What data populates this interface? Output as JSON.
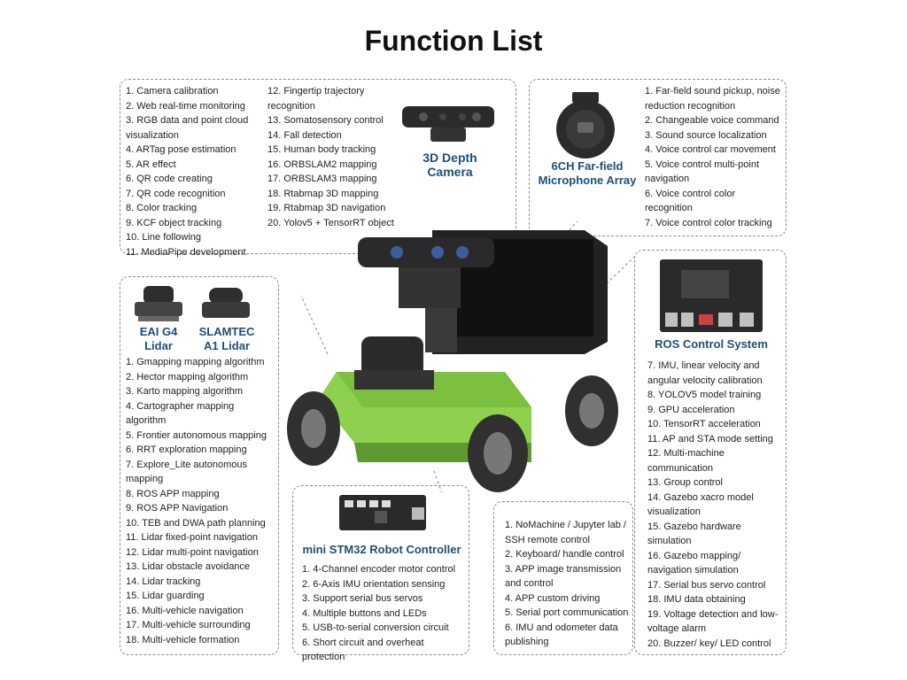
{
  "title": "Function List",
  "camera_panel": {
    "col1": [
      "1. Camera calibration",
      "2. Web real-time monitoring",
      "3. RGB data and point cloud visualization",
      "4. ARTag pose estimation",
      "5. AR effect",
      "6. QR code creating",
      "7. QR code recognition",
      "8. Color tracking",
      "9. KCF object tracking",
      "10. Line following",
      "11. MediaPipe development"
    ],
    "col2": [
      "12. Fingertip trajectory recognition",
      "13. Somatosensory control",
      "14. Fall detection",
      "15. Human body tracking",
      "16. ORBSLAM2 mapping",
      "17. ORBSLAM3 mapping",
      "18. Rtabmap 3D mapping",
      "19. Rtabmap 3D navigation",
      "20. Yolov5 + TensorRT object"
    ],
    "caption_line1": "3D Depth",
    "caption_line2": "Camera"
  },
  "mic_panel": {
    "caption_line1": "6CH Far-field",
    "caption_line2": "Microphone Array",
    "items": [
      "1. Far-field sound pickup, noise reduction recognition",
      "2. Changeable voice command",
      "3. Sound source localization",
      "4. Voice control car movement",
      "5. Voice control multi-point navigation",
      "6. Voice control color recognition",
      "7. Voice control color tracking"
    ]
  },
  "lidar_panel": {
    "left_caption_line1": "EAI G4",
    "left_caption_line2": "Lidar",
    "right_caption_line1": "SLAMTEC",
    "right_caption_line2": "A1 Lidar",
    "items": [
      "1. Gmapping mapping algorithm",
      "2. Hector mapping algorithm",
      "3. Karto mapping algorithm",
      "4. Cartographer mapping algorithm",
      "5. Frontier autonomous mapping",
      "6. RRT exploration mapping",
      "7. Explore_Lite autonomous mapping",
      "8. ROS APP mapping",
      "9. ROS APP Navigation",
      "10. TEB and DWA path planning",
      "11. Lidar fixed-point navigation",
      "12. Lidar multi-point navigation",
      "13. Lidar obstacle avoidance",
      "14. Lidar tracking",
      "15. Lidar guarding",
      "16. Multi-vehicle navigation",
      "17. Multi-vehicle surrounding",
      "18. Multi-vehicle formation"
    ]
  },
  "stm32_panel": {
    "caption": "mini STM32 Robot Controller",
    "items": [
      "1. 4-Channel encoder motor control",
      "2. 6-Axis IMU orientation sensing",
      "3. Support serial bus servos",
      "4. Multiple buttons and LEDs",
      "5. USB-to-serial conversion circuit",
      "6. Short circuit and overheat protection"
    ]
  },
  "remote_panel": {
    "items": [
      "1. NoMachine / Jupyter lab / SSH remote control",
      "2. Keyboard/ handle control",
      "3. APP image transmission and control",
      "4. APP custom driving",
      "5. Serial port communication",
      "6. IMU and odometer data publishing"
    ]
  },
  "ros_panel": {
    "caption": "ROS Control System",
    "items": [
      "7. IMU, linear velocity and angular velocity calibration",
      "8. YOLOV5 model training",
      "9. GPU acceleration",
      "10. TensorRT acceleration",
      "11. AP and STA mode setting",
      "12. Multi-machine communication",
      "13. Group control",
      "14. Gazebo xacro model visualization",
      "15. Gazebo hardware simulation",
      "16. Gazebo mapping/ navigation simulation",
      "17. Serial bus servo control",
      "18. IMU data obtaining",
      "19. Voltage detection and low-voltage alarm",
      "20. Buzzer/ key/ LED control"
    ]
  },
  "colors": {
    "caption": "#1f4e79",
    "chassis_green": "#8ed14f",
    "dashed_border": "#8c8c8c"
  }
}
